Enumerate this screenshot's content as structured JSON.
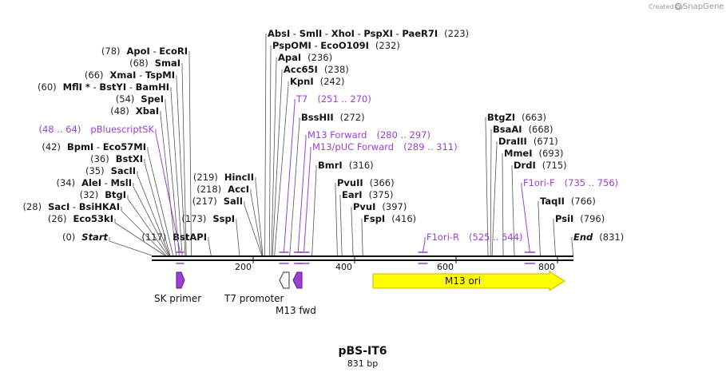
{
  "brand": {
    "created_by": "Created by",
    "name": "SnapGene"
  },
  "map": {
    "name": "pBS-IT6",
    "length_label": "831 bp",
    "length_bp": 831,
    "colors": {
      "enzyme": "#111111",
      "primer": "#9b3fd6",
      "ori": "#ffff00",
      "ori_border": "#c8b400"
    }
  },
  "ticks": [
    "200",
    "400",
    "600",
    "800"
  ],
  "tick_values": [
    200,
    400,
    600,
    800
  ],
  "enzymes": [
    {
      "parts": [
        "AbsI",
        "SmlI",
        "XhoI",
        "PspXI",
        "PaeR7I"
      ],
      "pos_text": "(223)",
      "pos": 223
    },
    {
      "parts": [
        "PspOMI",
        "EcoO109I"
      ],
      "pos_text": "(232)",
      "pos": 232
    },
    {
      "parts": [
        "ApaI"
      ],
      "pos_text": "(236)",
      "pos": 236
    },
    {
      "parts": [
        "Acc65I"
      ],
      "pos_text": "(238)",
      "pos": 238
    },
    {
      "parts": [
        "KpnI"
      ],
      "pos_text": "(242)",
      "pos": 242
    },
    {
      "parts": [
        "BssHII"
      ],
      "pos_text": "(272)",
      "pos": 272
    },
    {
      "parts": [
        "BmrI"
      ],
      "pos_text": "(316)",
      "pos": 316
    },
    {
      "parts": [
        "PvuII"
      ],
      "pos_text": "(366)",
      "pos": 366
    },
    {
      "parts": [
        "EarI"
      ],
      "pos_text": "(375)",
      "pos": 375
    },
    {
      "parts": [
        "PvuI"
      ],
      "pos_text": "(397)",
      "pos": 397
    },
    {
      "parts": [
        "FspI"
      ],
      "pos_text": "(416)",
      "pos": 416
    },
    {
      "parts": [
        "BtgZI"
      ],
      "pos_text": "(663)",
      "pos": 663
    },
    {
      "parts": [
        "BsaAI"
      ],
      "pos_text": "(668)",
      "pos": 668
    },
    {
      "parts": [
        "DraIII"
      ],
      "pos_text": "(671)",
      "pos": 671
    },
    {
      "parts": [
        "MmeI"
      ],
      "pos_text": "(693)",
      "pos": 693
    },
    {
      "parts": [
        "DrdI"
      ],
      "pos_text": "(715)",
      "pos": 715
    },
    {
      "parts": [
        "TaqII"
      ],
      "pos_text": "(766)",
      "pos": 766
    },
    {
      "parts": [
        "PsiI"
      ],
      "pos_text": "(796)",
      "pos": 796
    },
    {
      "parts": [
        "End"
      ],
      "pos_text": "(831)",
      "pos": 831,
      "italic": true
    },
    {
      "parts": [
        "ApoI",
        "EcoRI"
      ],
      "pos_text": "(78)",
      "pos": 78
    },
    {
      "parts": [
        "SmaI"
      ],
      "pos_text": "(68)",
      "pos": 68
    },
    {
      "parts": [
        "XmaI",
        "TspMI"
      ],
      "pos_text": "(66)",
      "pos": 66
    },
    {
      "parts": [
        "MflI *",
        "BstYI",
        "BamHI"
      ],
      "pos_text": "(60)",
      "pos": 60
    },
    {
      "parts": [
        "SpeI"
      ],
      "pos_text": "(54)",
      "pos": 54
    },
    {
      "parts": [
        "XbaI"
      ],
      "pos_text": "(48)",
      "pos": 48
    },
    {
      "parts": [
        "BpmI",
        "Eco57MI"
      ],
      "pos_text": "(42)",
      "pos": 42
    },
    {
      "parts": [
        "BstXI"
      ],
      "pos_text": "(36)",
      "pos": 36
    },
    {
      "parts": [
        "SacII"
      ],
      "pos_text": "(35)",
      "pos": 35
    },
    {
      "parts": [
        "AleI",
        "MslI"
      ],
      "pos_text": "(34)",
      "pos": 34
    },
    {
      "parts": [
        "BtgI"
      ],
      "pos_text": "(32)",
      "pos": 32
    },
    {
      "parts": [
        "SacI",
        "BsiHKAI"
      ],
      "pos_text": "(28)",
      "pos": 28
    },
    {
      "parts": [
        "Eco53kI"
      ],
      "pos_text": "(26)",
      "pos": 26
    },
    {
      "parts": [
        "Start"
      ],
      "pos_text": "(0)",
      "pos": 0,
      "italic": true
    },
    {
      "parts": [
        "HincII"
      ],
      "pos_text": "(219)",
      "pos": 219
    },
    {
      "parts": [
        "AccI"
      ],
      "pos_text": "(218)",
      "pos": 218
    },
    {
      "parts": [
        "SalI"
      ],
      "pos_text": "(217)",
      "pos": 217
    },
    {
      "parts": [
        "SspI"
      ],
      "pos_text": "(173)",
      "pos": 173
    },
    {
      "parts": [
        "BstAPI"
      ],
      "pos_text": "(117)",
      "pos": 117
    }
  ],
  "primers": [
    {
      "name": "T7",
      "range": "(251 .. 270)",
      "start": 251,
      "end": 270
    },
    {
      "name": "M13 Forward",
      "range": "(280 .. 297)",
      "start": 280,
      "end": 297
    },
    {
      "name": "M13/pUC Forward",
      "range": "(289 .. 311)",
      "start": 289,
      "end": 311
    },
    {
      "name": "pBluescriptSK",
      "range": "(48 .. 64)",
      "start": 48,
      "end": 64
    },
    {
      "name": "F1ori-R",
      "range": "(525 .. 544)",
      "start": 525,
      "end": 544
    },
    {
      "name": "F1ori-F",
      "range": "(735 .. 756)",
      "start": 735,
      "end": 756
    }
  ],
  "features": [
    {
      "name": "SK primer"
    },
    {
      "name": "T7 promoter"
    },
    {
      "name": "M13 fwd"
    },
    {
      "name": "M13 ori"
    }
  ]
}
